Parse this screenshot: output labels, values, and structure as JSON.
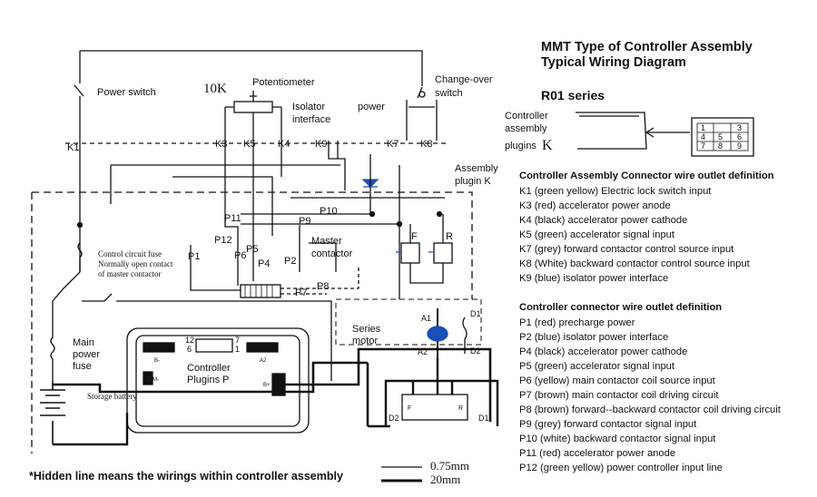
{
  "title": {
    "line1": "MMT Type of Controller Assembly",
    "line2": "Typical Wiring Diagram"
  },
  "series": "R01 series",
  "plug_k": {
    "label_line1": "Controller",
    "label_line2": "assembly",
    "label_line3": "plugins",
    "letter": "K",
    "pins": [
      "1",
      "3",
      "4",
      "5",
      "6",
      "7",
      "8",
      "9"
    ]
  },
  "assembly_connector": {
    "heading": "Controller Assembly Connector wire outlet definition",
    "items": [
      "K1 (green yellow) Electric lock switch input",
      "K3 (red) accelerator power anode",
      "K4 (black) accelerator power cathode",
      "K5 (green) accelerator signal input",
      "K7 (grey) forward contactor control source input",
      "K8 (White) backward contactor control source input",
      "K9 (blue) isolator power interface"
    ]
  },
  "controller_connector": {
    "heading": "Controller connector wire outlet definition",
    "items": [
      "P1 (red) precharge power",
      "P2 (blue) isolator power interface",
      "P4 (black) accelerator power cathode",
      "P5 (green) accelerator signal input",
      "P6 (yellow) main contactor coil source input",
      "P7 (brown) main contactor coil driving circuit",
      "P8 (brown) forward--backward contactor coil driving circuit",
      "P9 (grey) forward contactor signal input",
      "P10 (white) backward contactor signal input",
      "P11 (red) accelerator power anode",
      "P12 (green yellow) power controller input line"
    ]
  },
  "diagram": {
    "power_switch": "Power switch",
    "ten_k": "10K",
    "potentiometer": "Potentiometer",
    "isolator_line1": "Isolator",
    "isolator_line2": "interface",
    "power": "power",
    "changeover_line1": "Change-over",
    "changeover_line2": "switch",
    "k1": "K1",
    "k3": "K3",
    "k5": "K5",
    "k4": "K4",
    "k9": "K9",
    "k7": "K7",
    "k8": "K8",
    "assembly_plugin_line1": "Assembly",
    "assembly_plugin_line2": "plugin K",
    "p10": "P10",
    "p9": "P9",
    "p11": "P11",
    "p12": "P12",
    "p6": "P6",
    "p5": "P5",
    "p4": "P4",
    "p2": "P2",
    "p1": "P1",
    "p7": "P7",
    "p8": "P8",
    "master_line1": "Master",
    "master_line2": "contactor",
    "f": "F",
    "r": "R",
    "fuse_line1": "Control circuit fuse",
    "fuse_line2": "Normally open contact",
    "fuse_line3": "of master contactor",
    "main_fuse_line1": "Main",
    "main_fuse_line2": "power",
    "main_fuse_line3": "fuse",
    "controller_plugins_line1": "Controller",
    "controller_plugins_line2": "Plugins P",
    "storage_battery": "Storage battery",
    "series_motor_line1": "Series",
    "series_motor_line2": "motor",
    "a1": "A1",
    "a2": "A2",
    "d1": "D1",
    "d2": "D2",
    "d1b": "D1",
    "d2b": "D2",
    "pin12": "12",
    "pin6": "6",
    "pin7": "7",
    "pin1": "1",
    "b_minus": "B-",
    "a2_term": "A2",
    "m_minus": "M-",
    "b_plus": "B+",
    "f_small": "F",
    "r_small": "R"
  },
  "legend": {
    "thin": "0.75mm",
    "thick": "20mm"
  },
  "note": "*Hidden line means the wirings within controller assembly"
}
